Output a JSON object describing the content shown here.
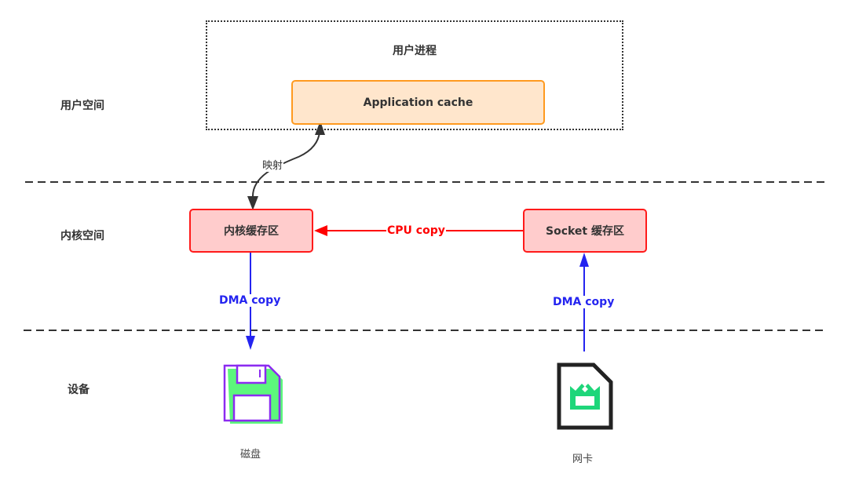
{
  "zones": {
    "user_space": "用户空间",
    "kernel_space": "内核空间",
    "devices": "设备"
  },
  "nodes": {
    "user_process": "用户进程",
    "application_cache": "Application cache",
    "kernel_buffer": "内核缓存区",
    "socket_buffer": "Socket 缓存区",
    "disk": "磁盘",
    "nic": "网卡"
  },
  "edges": {
    "mapping": "映射",
    "cpu_copy": "CPU copy",
    "dma_copy_disk": "DMA copy",
    "dma_copy_nic": "DMA copy"
  },
  "colors": {
    "cpu_copy": "#ff0000",
    "dma_copy": "#2424f0",
    "mapping": "#333333",
    "app_cache_fill": "#ffe6cc",
    "app_cache_border": "#ff9a1f",
    "buffer_fill": "#ffcccc",
    "buffer_border": "#ff1a1a",
    "disk_green": "#5cf77c",
    "disk_purple": "#8b2bf0",
    "nic_green": "#1ed67a"
  },
  "icons": {
    "disk": "floppy-disk-icon",
    "nic": "network-card-icon"
  }
}
